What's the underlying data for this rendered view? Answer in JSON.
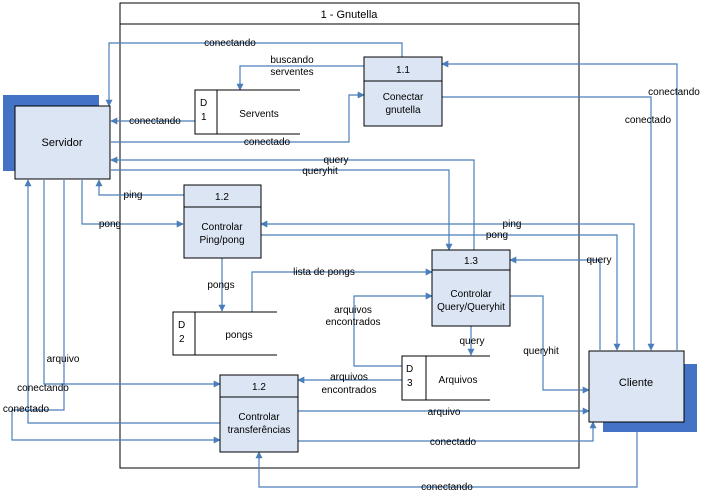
{
  "system": {
    "title": "1 - Gnutella"
  },
  "entities": {
    "servidor": "Servidor",
    "cliente": "Cliente"
  },
  "processes": {
    "conectar": {
      "id": "1.1",
      "name_line1": "Conectar",
      "name_line2": "gnutella"
    },
    "ping": {
      "id": "1.2",
      "name_line1": "Controlar",
      "name_line2": "Ping/pong"
    },
    "query": {
      "id": "1.3",
      "name_line1": "Controlar",
      "name_line2": "Query/Queryhit"
    },
    "transfer": {
      "id": "1.2",
      "name_line1": "Controlar",
      "name_line2": "transferências"
    }
  },
  "stores": {
    "servents": {
      "id_letter": "D",
      "id_number": "1",
      "name": "Servents"
    },
    "pongs": {
      "id_letter": "D",
      "id_number": "2",
      "name": "pongs"
    },
    "arquivos": {
      "id_letter": "D",
      "id_number": "3",
      "name": "Arquivos"
    }
  },
  "flows": {
    "conectando_top": "conectando",
    "buscando_line1": "buscando",
    "buscando_line2": "serventes",
    "conectando_servents": "conectando",
    "conectado_servidor": "conectado",
    "query_top": "query",
    "queryhit_top": "queryhit",
    "ping_left": "ping",
    "pong_left": "pong",
    "pongs_down": "pongs",
    "lista_pongs": "lista de pongs",
    "arquivos_enc_1": "arquivos",
    "arquivos_enc_2": "encontrados",
    "query_store": "query",
    "queryhit_right": "queryhit",
    "arquivo_left": "arquivo",
    "conectando_left": "conectando",
    "conectado_left": "conectado",
    "arquivos_mid_1": "arquivos",
    "arquivos_mid_2": "encontrados",
    "arquivo_right": "arquivo",
    "conectado_bottom": "conectado",
    "conectando_bottom": "conectando",
    "ping_right": "ping",
    "pong_right": "pong",
    "query_right": "query",
    "conectando_cliente": "conectando",
    "conectado_cliente": "conectado"
  }
}
